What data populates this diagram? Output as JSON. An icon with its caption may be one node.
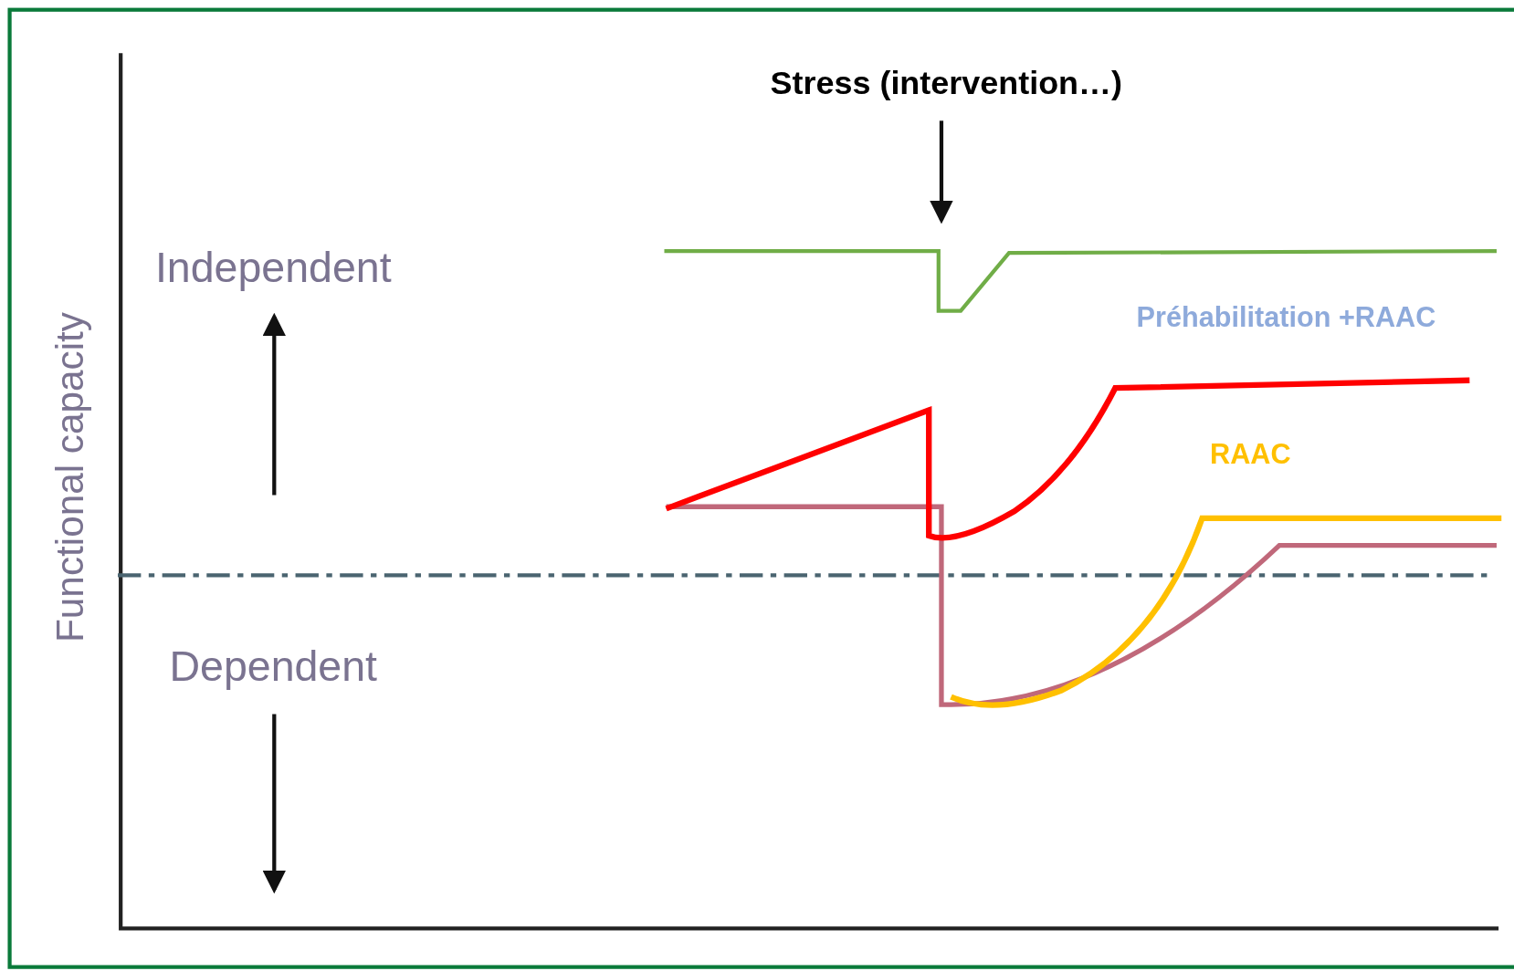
{
  "diagram": {
    "labels": [
      "Stress (intervention…)",
      "Independent",
      "Functional capacity",
      "Préhabilitation +RAAC",
      "RAAC",
      "Dependent"
    ]
  }
}
